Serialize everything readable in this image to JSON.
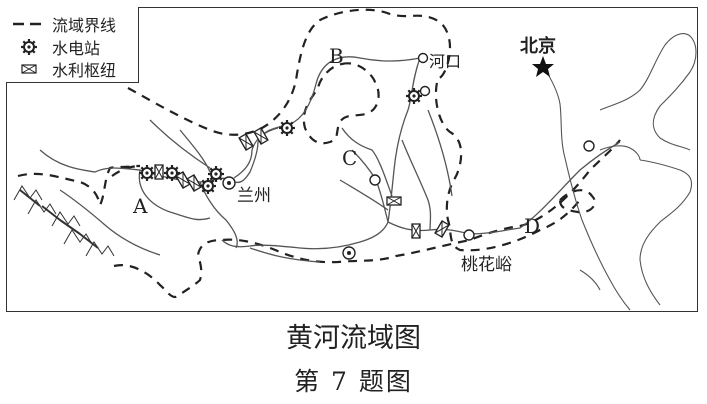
{
  "legend": {
    "items": [
      {
        "symbol": "dashed-line",
        "label": "流域界线"
      },
      {
        "symbol": "gear-icon",
        "label": "水电站"
      },
      {
        "symbol": "dam-icon",
        "label": "水利枢纽"
      }
    ]
  },
  "map_labels": {
    "region_a": "A",
    "region_b": "B",
    "region_c": "C",
    "region_d": "D",
    "lanzhou": "兰州",
    "hekou": "河口",
    "beijing": "北京",
    "taohuayu": "桃花峪"
  },
  "captions": {
    "title": "黄河流域图",
    "subtitle": "第 7 题图"
  },
  "colors": {
    "ink": "#222222",
    "river": "#555555",
    "boundary": "#222222",
    "background": "#ffffff"
  }
}
